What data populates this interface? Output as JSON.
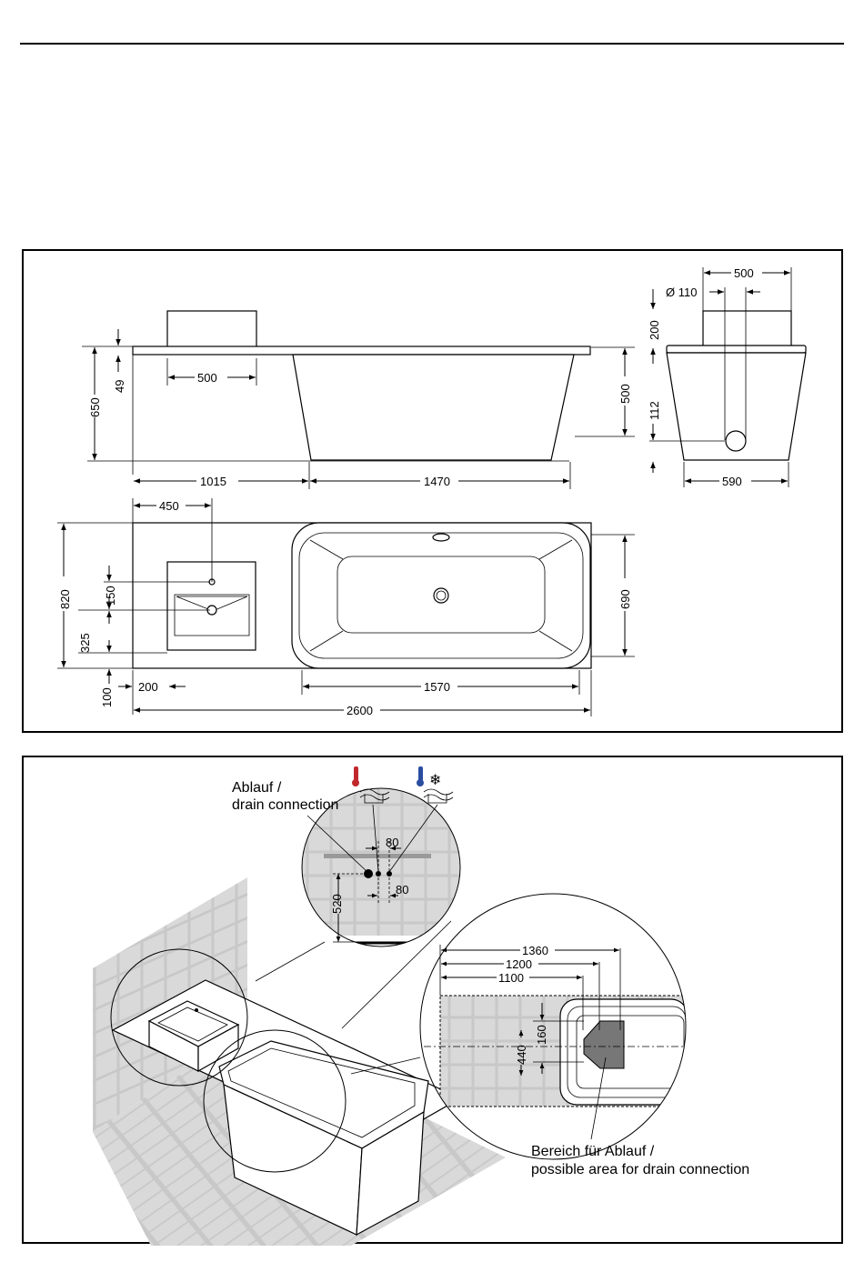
{
  "technical_drawing": {
    "views": {
      "side": {
        "dim_basin_block_width": "500",
        "dim_height": "650",
        "dim_top_gap": "49",
        "dim_left_section": "1015",
        "dim_tub_length": "1470",
        "dim_tub_depth": "500"
      },
      "end": {
        "dim_width_top": "500",
        "dim_drain_diameter": "Ø 110",
        "dim_rim": "200",
        "dim_drain_height": "112",
        "dim_width_bottom": "590"
      },
      "plan": {
        "dim_faucet_offset": "450",
        "dim_depth": "820",
        "dim_basin_drain_y": "150",
        "dim_basin_drain_offset": "325",
        "dim_base_offset_left": "100",
        "dim_base_offset": "200",
        "dim_tub_width": "690",
        "dim_tub_inner_length": "1570",
        "dim_total_length": "2600"
      }
    }
  },
  "installation": {
    "drain_label_de": "Ablauf /",
    "drain_label_en": "drain connection",
    "hot_icon": "hot-water-icon",
    "cold_icon": "cold-water-icon",
    "detail_top": {
      "dim_spacing_1": "80",
      "dim_spacing_2": "80",
      "dim_height": "520"
    },
    "detail_right": {
      "dim_1360": "1360",
      "dim_1200": "1200",
      "dim_1100": "1100",
      "dim_160": "160",
      "dim_440": "440"
    },
    "area_label_de": "Bereich für Ablauf /",
    "area_label_en": "possible area for drain connection"
  }
}
